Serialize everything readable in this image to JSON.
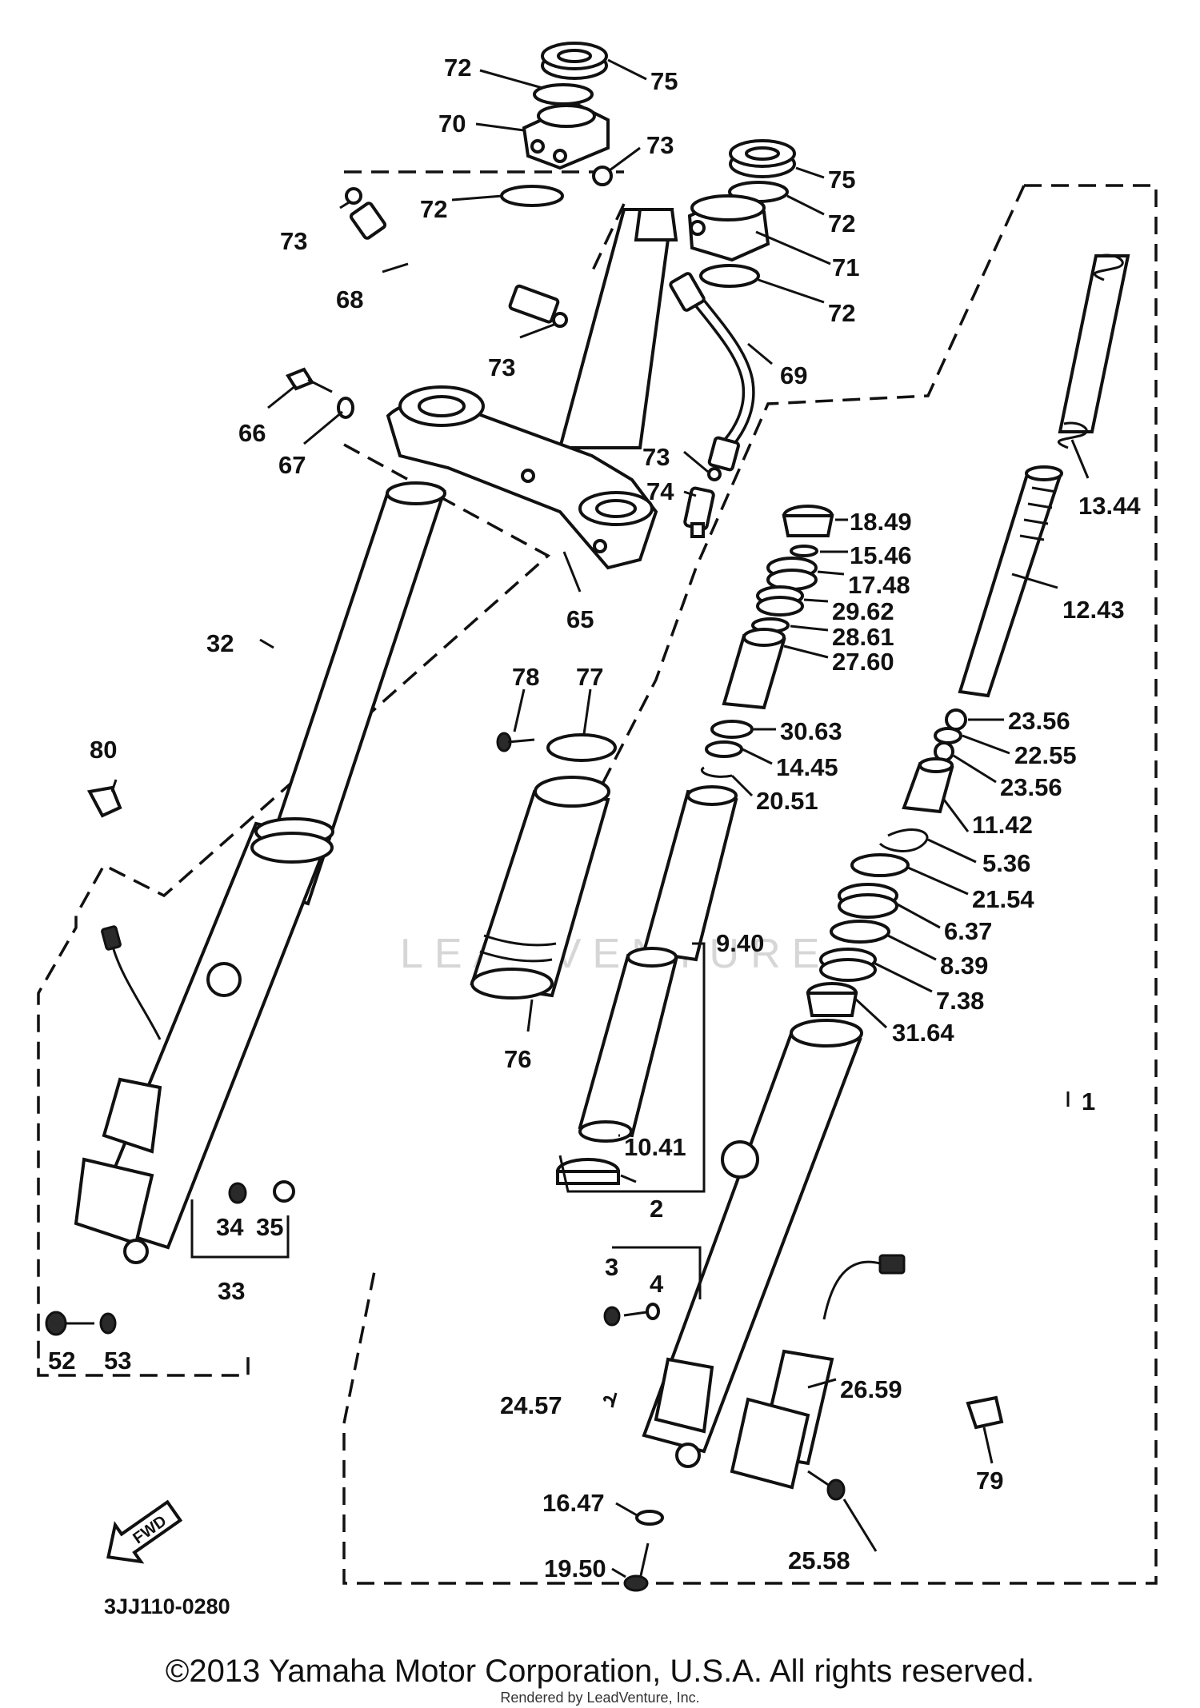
{
  "diagram": {
    "watermark": "LEADVENTURE",
    "diagram_code": "3JJ110-0280",
    "fwd_label": "FWD",
    "copyright": "©2013 Yamaha Motor Corporation, U.S.A. All rights reserved.",
    "render_credit": "Rendered by LeadVenture, Inc.",
    "callouts": {
      "c72a": "72",
      "c75a": "75",
      "c70": "70",
      "c73a": "73",
      "c73b": "73",
      "c72b": "72",
      "c75b": "75",
      "c72c": "72",
      "c71": "71",
      "c72d": "72",
      "c68": "68",
      "c73c": "73",
      "c69": "69",
      "c66": "66",
      "c67": "67",
      "c73d": "73",
      "c74": "74",
      "c65": "65",
      "c13_44": "13.44",
      "c18_49": "18.49",
      "c15_46": "15.46",
      "c17_48": "17.48",
      "c29_62": "29.62",
      "c28_61": "28.61",
      "c27_60": "27.60",
      "c12_43": "12.43",
      "c32": "32",
      "c78": "78",
      "c77": "77",
      "c30_63": "30.63",
      "c14_45": "14.45",
      "c20_51": "20.51",
      "c23_56a": "23.56",
      "c22_55": "22.55",
      "c23_56b": "23.56",
      "c11_42": "11.42",
      "c5_36": "5.36",
      "c21_54": "21.54",
      "c80": "80",
      "c9_40": "9.40",
      "c6_37": "6.37",
      "c8_39": "8.39",
      "c7_38": "7.38",
      "c31_64": "31.64",
      "c76": "76",
      "c1": "1",
      "c10_41": "10.41",
      "c34": "34",
      "c35": "35",
      "c33": "33",
      "c2": "2",
      "c3": "3",
      "c4": "4",
      "c52": "52",
      "c53": "53",
      "c24_57": "24.57",
      "c26_59": "26.59",
      "c79": "79",
      "c16_47": "16.47",
      "c25_58": "25.58",
      "c19_50": "19.50"
    }
  }
}
